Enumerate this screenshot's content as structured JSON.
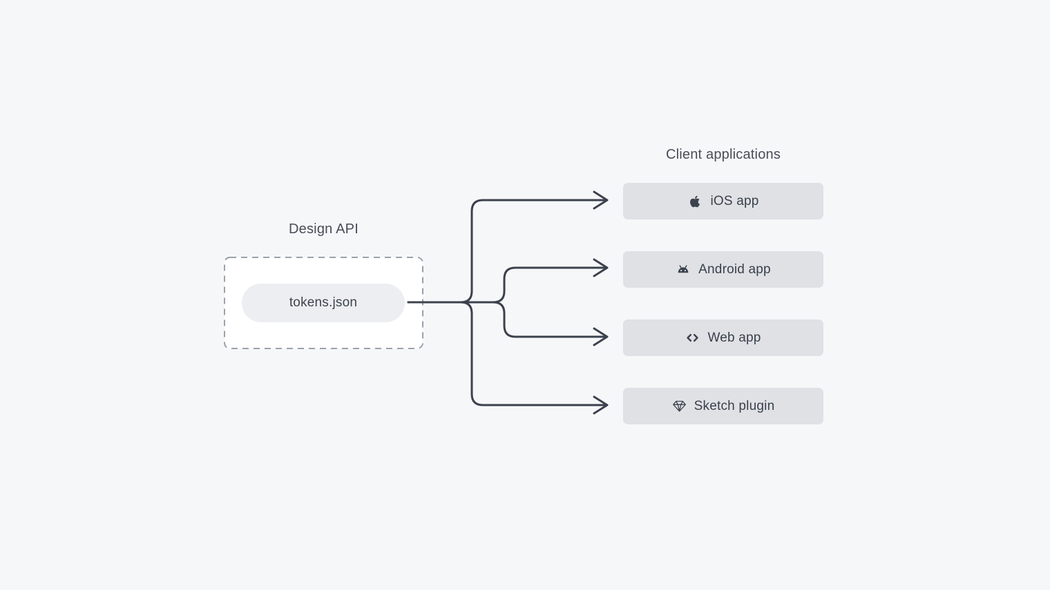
{
  "design_api": {
    "title": "Design API",
    "node_label": "tokens.json"
  },
  "clients": {
    "title": "Client applications",
    "items": [
      {
        "label": "iOS app",
        "icon": "apple-icon"
      },
      {
        "label": "Android app",
        "icon": "android-icon"
      },
      {
        "label": "Web app",
        "icon": "code-brackets-icon"
      },
      {
        "label": "Sketch plugin",
        "icon": "diamond-icon"
      }
    ]
  },
  "colors": {
    "background": "#f6f7f9",
    "box_fill": "#dfe1e5",
    "pill_fill": "#eceef1",
    "dashed_border": "#9aa1ab",
    "connector_line": "#3b414d",
    "text": "#3d434e"
  }
}
